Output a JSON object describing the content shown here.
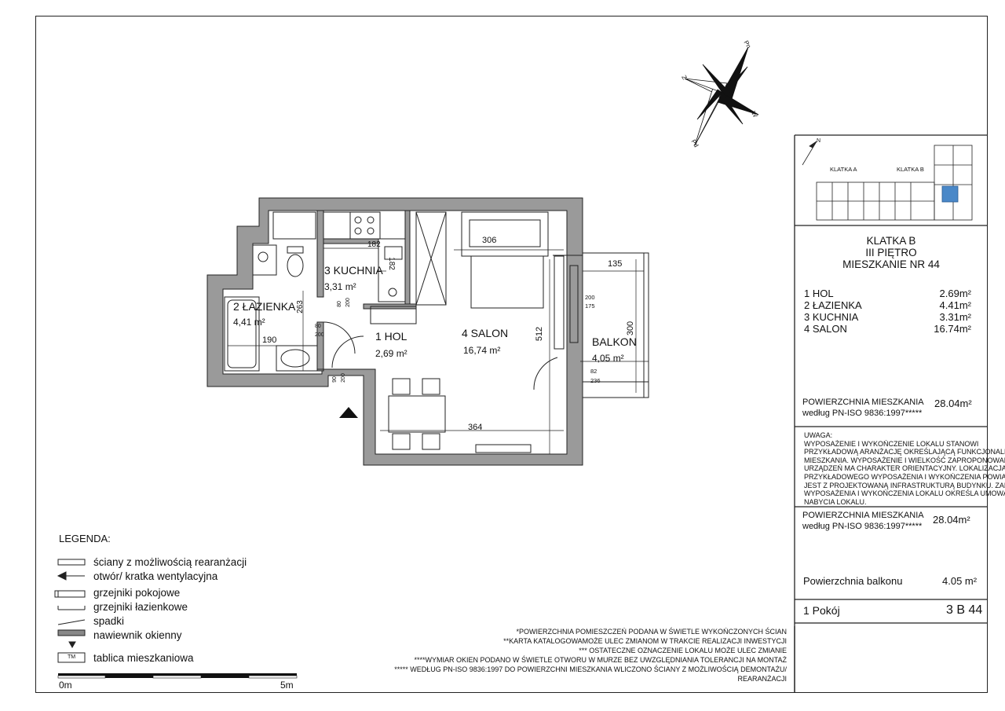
{
  "compass": {
    "pn": "Pn",
    "pd": "Pd",
    "w": "W",
    "z": "Z"
  },
  "keyplan": {
    "north": "N",
    "klatka_a": "KLATKA A",
    "klatka_b": "KLATKA B"
  },
  "apartment": {
    "line1": "KLATKA B",
    "line2": "III PIĘTRO",
    "line3": "MIESZKANIE NR 44"
  },
  "rooms_table": [
    {
      "name": "1 HOL",
      "area": "2.69m²"
    },
    {
      "name": "2 ŁAZIENKA",
      "area": "4.41m²"
    },
    {
      "name": "3 KUCHNIA",
      "area": "3.31m²"
    },
    {
      "name": "4 SALON",
      "area": "16.74m²"
    }
  ],
  "area1": {
    "label1": "POWIERZCHNIA MIESZKANIA",
    "label2": "według PN-ISO 9836:1997*****",
    "value": "28.04m²"
  },
  "uwaga": {
    "title": "UWAGA:",
    "lines": [
      "WYPOSAŻENIE I WYKOŃCZENIE LOKALU STANOWI",
      "PRZYKŁADOWĄ ARANŻACJĘ OKREŚLAJĄCĄ FUNKCJONALNOŚĆ",
      "MIESZKANIA. WYPOSAŻENIE I WIELKOŚĆ ZAPROPONOWANYCH",
      "URZĄDZEŃ MA CHARAKTER ORIENTACYJNY. LOKALIZACJA",
      "PRZYKŁADOWEGO WYPOSAŻENIA I WYKOŃCZENIA POWIĄZANA",
      "JEST Z PROJEKTOWANĄ INFRASTRUKTURĄ BUDYNKU. ZAKRES",
      "WYPOSAŻENIA I WYKOŃCZENIA LOKALU OKREŚLA UMOWA",
      "NABYCIA LOKALU."
    ]
  },
  "area2": {
    "label1": "POWIERZCHNIA MIESZKANIA",
    "label2": "według PN-ISO 9836:1997*****",
    "value": "28.04m²"
  },
  "balcony_area": {
    "label": "Powierzchnia balkonu",
    "value": "4.05 m²"
  },
  "footer": {
    "rooms": "1 Pokój",
    "code": "3 B  44"
  },
  "plan_labels": {
    "hol": "1 HOL",
    "hol_area": "2,69 m²",
    "lazienka": "2 ŁAZIENKA",
    "lazienka_area": "4,41 m²",
    "kuchnia": "3 KUCHNIA",
    "kuchnia_area": "3,31 m²",
    "salon": "4 SALON",
    "salon_area": "16,74 m²",
    "balkon": "BALKON",
    "balkon_area": "4,05 m²"
  },
  "dimensions": {
    "d306": "306",
    "d182a": "182",
    "d182b": "182",
    "d263": "263",
    "d190": "190",
    "d512": "512",
    "d364": "364",
    "d135": "135",
    "d300": "300",
    "d200_175a": "200",
    "d200_175b": "175",
    "d82": "82",
    "d236": "236",
    "d80a": "80",
    "d200a": "200",
    "d80b": "80",
    "d200b": "200",
    "d90": "90",
    "d200c": "200"
  },
  "legend": {
    "title": "LEGENDA:",
    "items": [
      "ściany z możliwością rearanżacji",
      "otwór/ kratka wentylacyjna",
      "grzejniki pokojowe",
      "grzejniki łazienkowe",
      "spadki",
      "nawiewnik okienny",
      "tablica mieszkaniowa"
    ],
    "tm": "TM"
  },
  "scale": {
    "start": "0m",
    "end": "5m"
  },
  "notes": [
    "*POWIERZCHNIA POMIESZCZEŃ PODANA W ŚWIETLE WYKOŃCZONYCH ŚCIAN",
    "**KARTA KATALOGOWAMOŻE ULEC ZMIANOM W TRAKCIE REALIZACJI INWESTYCJI",
    "*** OSTATECZNE OZNACZENIE LOKALU MOŻE ULEC ZMIANIE",
    "****WYMIAR OKIEN PODANO W ŚWIETLE OTWORU W MURZE BEZ UWZGLĘDNIANIA TOLERANCJI NA MONTAŻ",
    "***** WEDŁUG PN-ISO 9836:1997 DO POWIERZCHNI MIESZKANIA WLICZONO ŚCIANY Z MOŻLIWOŚCIĄ DEMONTAŻU/",
    "REARANŻACJI"
  ]
}
